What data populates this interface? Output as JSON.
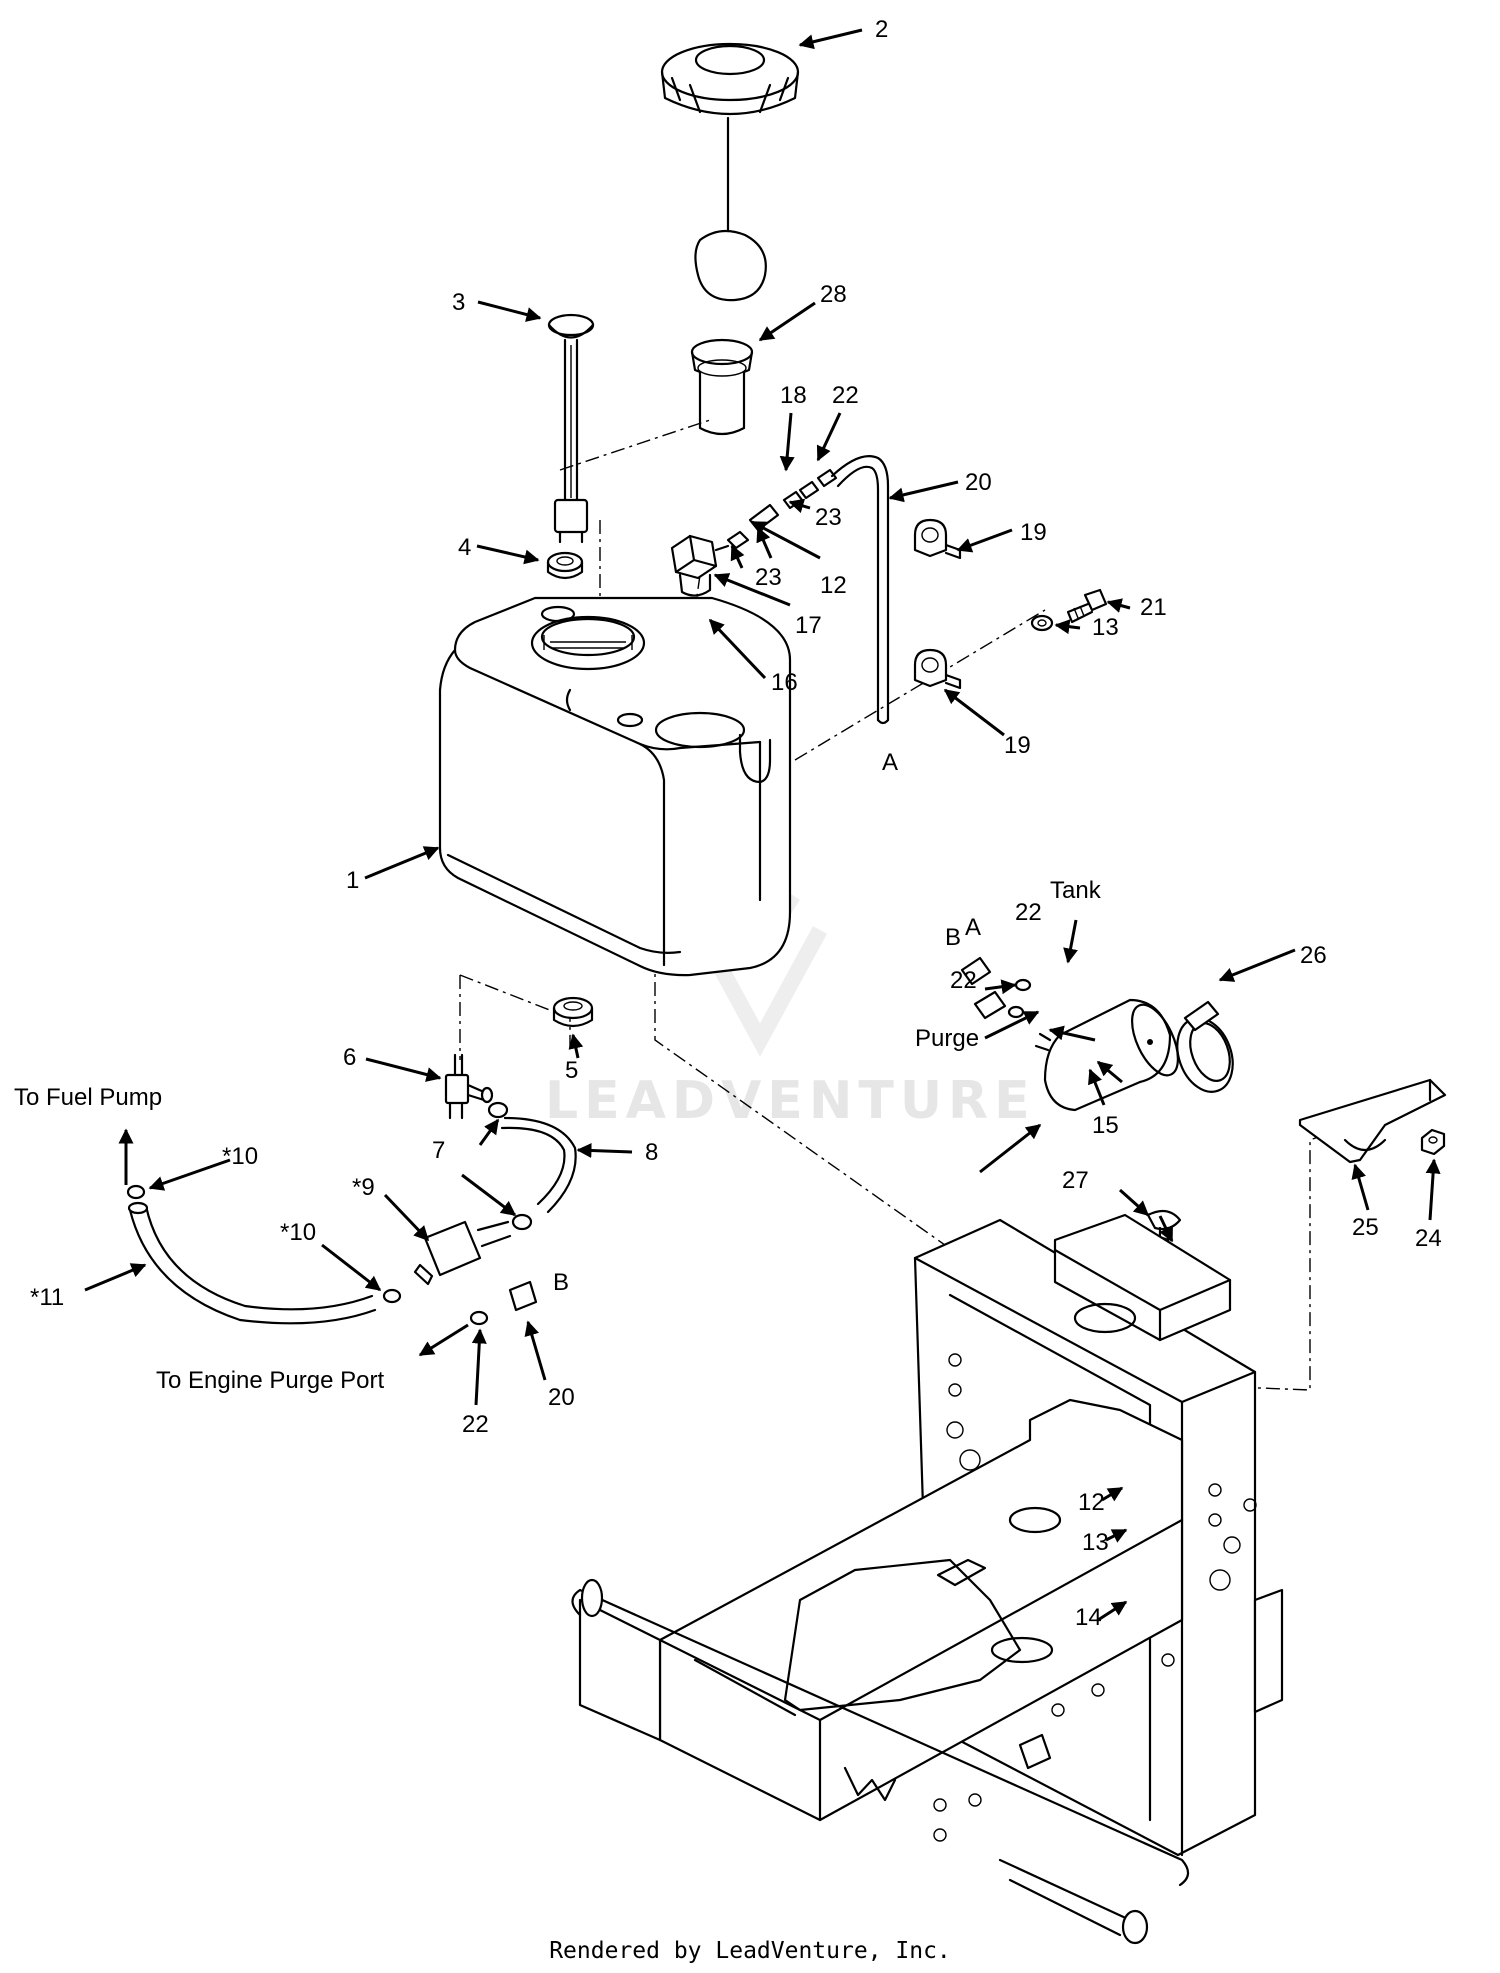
{
  "callouts": {
    "c1": "1",
    "c2": "2",
    "c3": "3",
    "c4": "4",
    "c5": "5",
    "c6": "6",
    "c7": "7",
    "c8": "8",
    "c9": "*9",
    "c10a": "*10",
    "c10b": "*10",
    "c11": "*11",
    "c12a": "12",
    "c12b": "12",
    "c13a": "13",
    "c13b": "13",
    "c14": "14",
    "c15": "15",
    "c16": "16",
    "c17": "17",
    "c18": "18",
    "c19a": "19",
    "c19b": "19",
    "c20a": "20",
    "c20b": "20",
    "c21": "21",
    "c22a": "22",
    "c22b": "22",
    "c22c": "22",
    "c22d": "22",
    "c23a": "23",
    "c23b": "23",
    "c24": "24",
    "c25": "25",
    "c26": "26",
    "c27": "27",
    "c28": "28"
  },
  "text_labels": {
    "to_fuel_pump": "To Fuel Pump",
    "to_engine_purge_port": "To Engine Purge Port",
    "tank": "Tank",
    "purge": "Purge",
    "line_a_top": "A",
    "line_a_filter": "A",
    "line_b_filter": "B",
    "line_b_bottom": "B"
  },
  "watermark": "LEADVENTURE",
  "footer": "Rendered by LeadVenture, Inc."
}
